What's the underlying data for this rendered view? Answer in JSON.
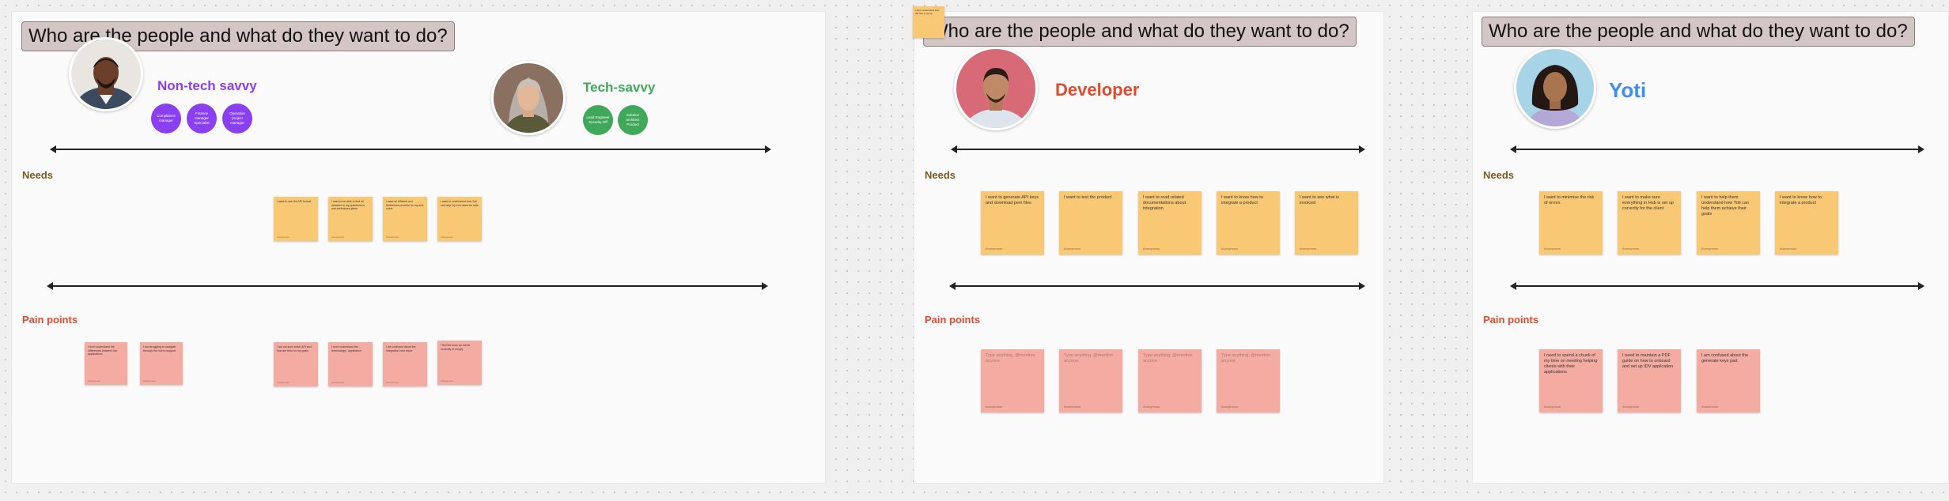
{
  "colors": {
    "non_tech": "#8a3ff0",
    "tech": "#3fa85a",
    "developer": "#e04b2e",
    "yoti": "#3d8ef0",
    "needs_label": "#7a5a20",
    "pain_label": "#e04b2e",
    "sticky_yellow": "#f8c874",
    "sticky_pink": "#f4aca2"
  },
  "frame1": {
    "title": "Who are the people and what do they want to do?",
    "persona_a": {
      "name": "Non-tech savvy",
      "avatar_icon": "person-photo-man",
      "roles": [
        "Compliance manager",
        "Finance manager Specialist",
        "Operation project manager"
      ]
    },
    "persona_b": {
      "name": "Tech-savvy",
      "avatar_icon": "person-photo-woman",
      "roles": [
        "Lead Engineer Security Off",
        "Solution architect Product"
      ]
    },
    "needs_label": "Needs",
    "pain_label": "Pain points",
    "needs": [
      {
        "text": "I want to see the API format",
        "author": "Anonymous"
      },
      {
        "text": "I want to be able to find all answers to my questions in one centralized place",
        "author": "Anonymous"
      },
      {
        "text": "I want an efficient and frictionless process for my end users",
        "author": "Anonymous"
      },
      {
        "text": "I want to understand how Yoti can help my end users be safe",
        "author": "Anonymous"
      }
    ],
    "pains": [
      {
        "text": "I don't understand the differences between the applications",
        "author": "Anonymous"
      },
      {
        "text": "I am struggling to navigate through the hub to support",
        "author": "Anonymous"
      },
      {
        "text": "I am not sure which API and flow are best for my goals",
        "author": "Anonymous"
      },
      {
        "text": "I don't understand the terminology / application",
        "author": "Anonymous"
      },
      {
        "text": "I am confused about the integration best steps",
        "author": "Anonymous"
      },
      {
        "text": "I feel the docs do not be correctly or simply",
        "author": "Anonymous"
      }
    ]
  },
  "frame2": {
    "title": "Who are the people and what do they want to do?",
    "corner_note": "I don't understand how the hub is set up",
    "persona": {
      "name": "Developer",
      "avatar_icon": "person-photo-man"
    },
    "needs_label": "Needs",
    "pain_label": "Pain points",
    "needs": [
      {
        "text": "I want to generate API keys and download pem files",
        "author": "Anonymous"
      },
      {
        "text": "I want to test the product",
        "author": "Anonymous"
      },
      {
        "text": "I want to read related documentations about integration",
        "author": "Anonymous"
      },
      {
        "text": "I want to know how to integrate a product",
        "author": "Anonymous"
      },
      {
        "text": "I want to see what is invoiced",
        "author": "Anonymous"
      }
    ],
    "pains": [
      {
        "text": "Type anything, @mention anyone",
        "author": "Anonymous"
      },
      {
        "text": "Type anything, @mention anyone",
        "author": "Anonymous"
      },
      {
        "text": "Type anything, @mention anyone",
        "author": "Anonymous"
      },
      {
        "text": "Type anything, @mention anyone",
        "author": "Anonymous"
      }
    ]
  },
  "frame3": {
    "title": "Who are the people and what do they want to do?",
    "persona": {
      "name": "Yoti",
      "avatar_icon": "person-photo-woman"
    },
    "needs_label": "Needs",
    "pain_label": "Pain points",
    "needs": [
      {
        "text": "I want to minimise the risk of errors",
        "author": "Anonymous"
      },
      {
        "text": "I want to make sure everything in Hub is set up correctly for the client",
        "author": "Anonymous"
      },
      {
        "text": "I want to help them understand how Yoti can help them achieve their goals",
        "author": "Anonymous"
      },
      {
        "text": "I want to know how to integrate a product",
        "author": "Anonymous"
      }
    ],
    "pains": [
      {
        "text": "I need to spend a chunk of my time on meeting helping clients with their applications",
        "author": "Anonymous"
      },
      {
        "text": "I need to maintain a PDF guide on how to onboard and set up IDV application",
        "author": "Anonymous"
      },
      {
        "text": "I am confused about the generate keys part",
        "author": "Anonymous"
      }
    ]
  }
}
